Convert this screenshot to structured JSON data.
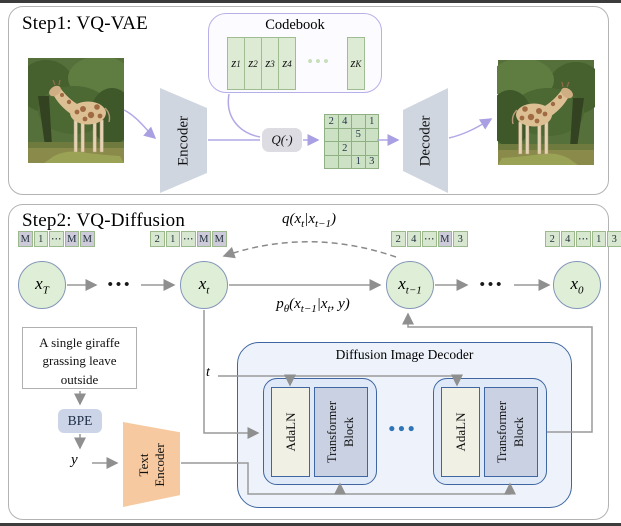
{
  "step1": {
    "title": "Step1: VQ-VAE",
    "encoder_label": "Encoder",
    "decoder_label": "Decoder",
    "quantizer_label": "Q(·)",
    "codebook": {
      "title": "Codebook",
      "entries": [
        {
          "base": "z",
          "sub": "1"
        },
        {
          "base": "z",
          "sub": "2"
        },
        {
          "base": "z",
          "sub": "3"
        },
        {
          "base": "z",
          "sub": "4"
        },
        {
          "base": "z",
          "sub": "K"
        }
      ],
      "ellipsis": "•••"
    },
    "grid": {
      "rows": 4,
      "cols": 4,
      "cells": [
        "2",
        "4",
        "",
        "1",
        "",
        "",
        "5",
        "",
        "",
        "2",
        "",
        "",
        "",
        "",
        "1",
        "3"
      ]
    }
  },
  "step2": {
    "title": "Step2: VQ-Diffusion",
    "sequences": {
      "xT": [
        "M",
        "1",
        "⋯",
        "M",
        "M"
      ],
      "xt": [
        "2",
        "1",
        "⋯",
        "M",
        "M"
      ],
      "xt1": [
        "2",
        "4",
        "⋯",
        "M",
        "3"
      ],
      "x0": [
        "2",
        "4",
        "⋯",
        "1",
        "3"
      ]
    },
    "states": {
      "xT": {
        "base": "x",
        "sub": "T"
      },
      "xt": {
        "base": "x",
        "sub": "t"
      },
      "xt1": {
        "base": "x",
        "sub": "t−1"
      },
      "x0": {
        "base": "x",
        "sub": "0"
      }
    },
    "q_formula": {
      "p1": "q(x",
      "s1": "t",
      "p2": "|x",
      "s2": "t−1",
      "p3": ")"
    },
    "p_formula": {
      "p0": "p",
      "s0": "θ",
      "p1": "(x",
      "s1": "t−1",
      "p2": "|x",
      "s2": "t",
      "p3": ", y)"
    },
    "flow_ellipsis": "•••",
    "prompt": {
      "line1": "A single giraffe",
      "line2": "grassing leave",
      "line3": "outside"
    },
    "bpe_label": "BPE",
    "y_label": "y",
    "t_label": "t",
    "text_encoder": {
      "line1": "Text",
      "line2": "Encoder"
    },
    "decoder": {
      "title": "Diffusion Image Decoder",
      "adaln_label": "AdaLN",
      "transformer": {
        "line1": "Transformer",
        "line2": "Block"
      },
      "ellipsis": "•••"
    }
  },
  "colors": {
    "token_green": "#d8e8d0",
    "token_masked_gray": "#cdcbda",
    "state_circle_green": "#dfeed6",
    "decoder_blue_border": "#3f66a0",
    "decoder_fill": "#eef3fb",
    "adaln_fill": "#f1f0e4",
    "transformer_fill": "#c9d1e3",
    "blue_dots": "#2e75b6",
    "text_encoder_peach": "#f6c9a0",
    "encoder_gray": "#cfd6e0",
    "arrow_purple": "#b1a9e6",
    "arrow_gray": "#999999",
    "codebook_border_purple": "#b7b0e8"
  }
}
